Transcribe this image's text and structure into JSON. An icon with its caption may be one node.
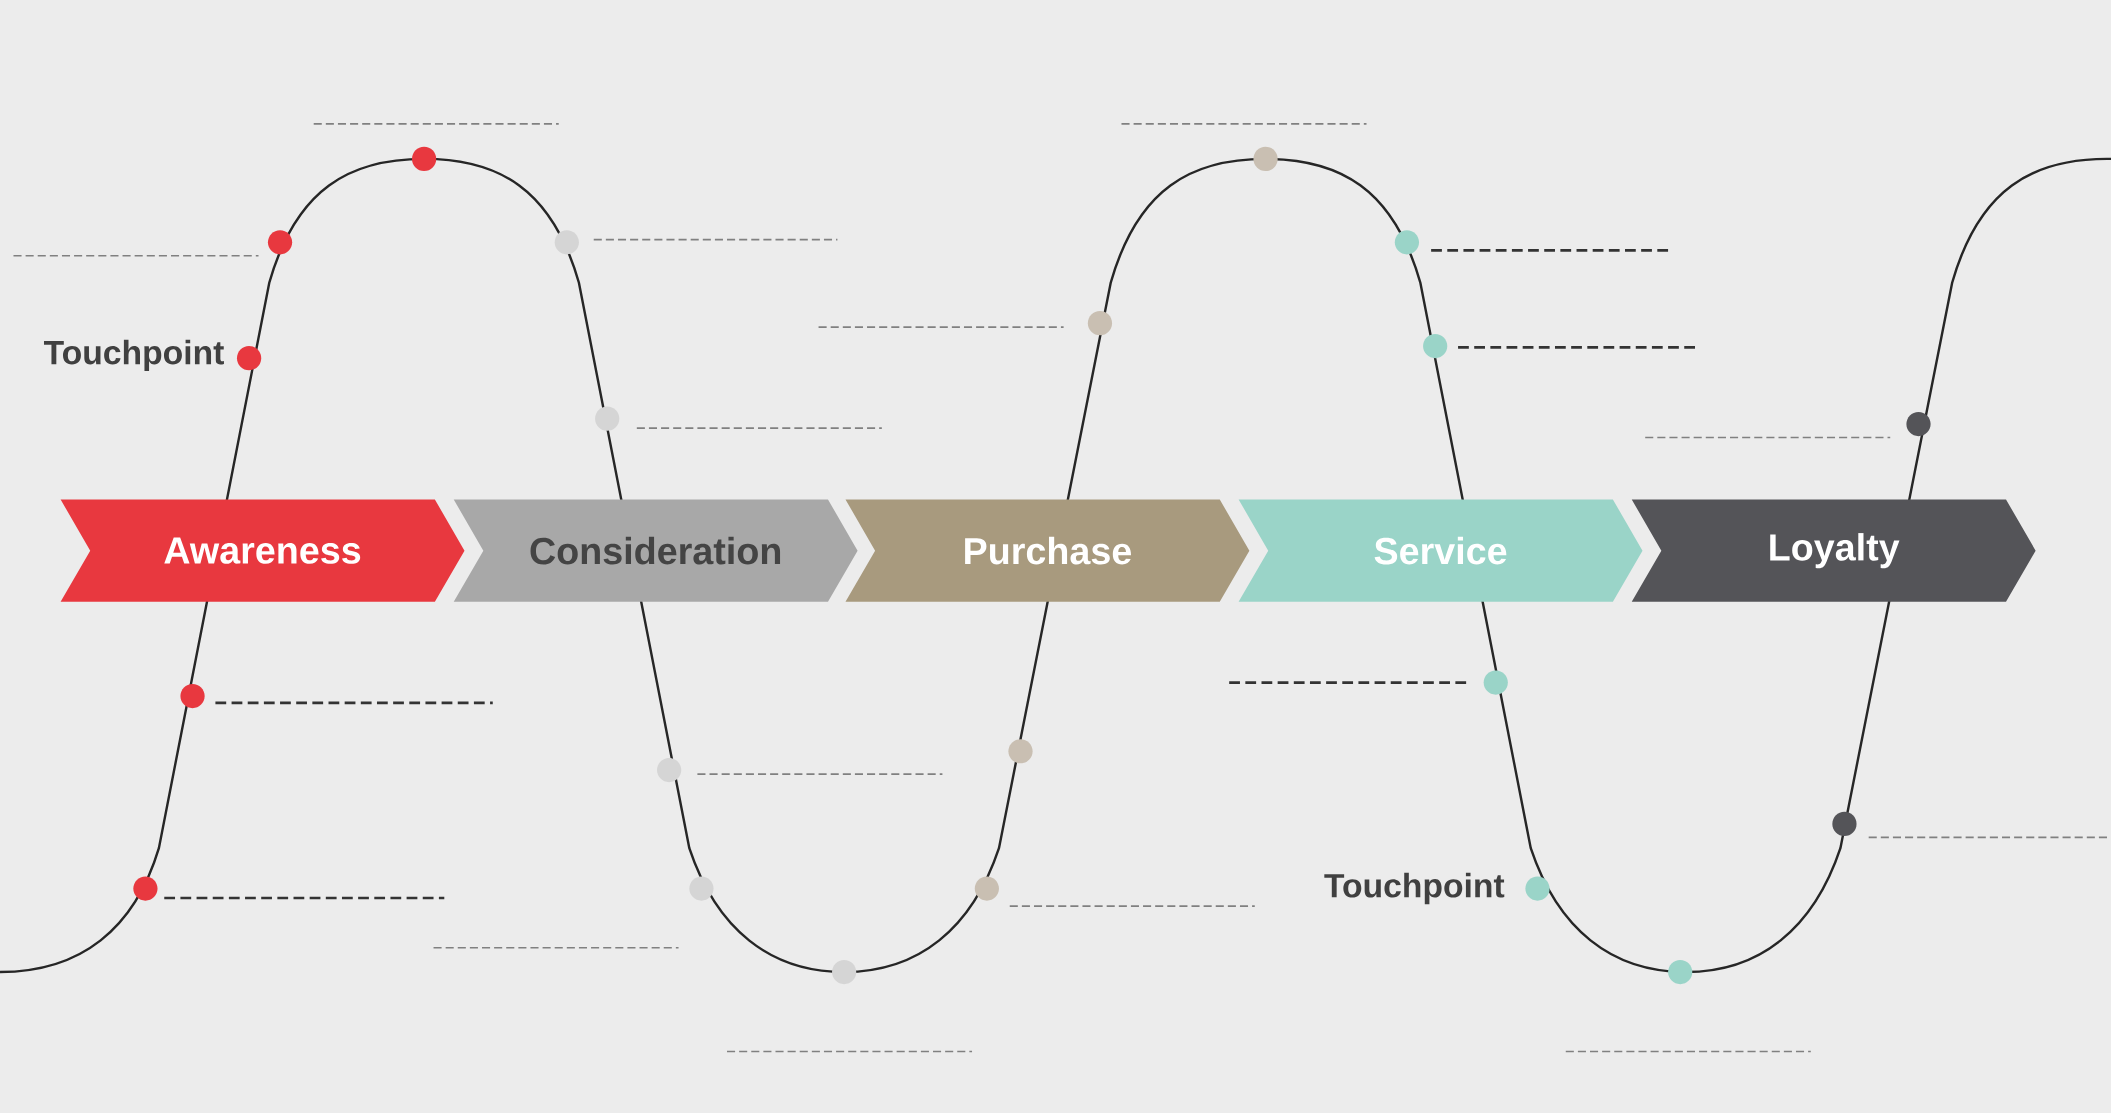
{
  "diagram": {
    "nodes": [
      {
        "text": [
          "Awareness"
        ]
      },
      {
        "text": [
          "Consideration"
        ]
      },
      {
        "text": [
          "Purchase"
        ]
      },
      {
        "text": [
          "Service"
        ]
      },
      {
        "text": [
          "Loyalty"
        ]
      }
    ],
    "labels": [
      "Touchpoint",
      "Touchpoint"
    ]
  }
}
